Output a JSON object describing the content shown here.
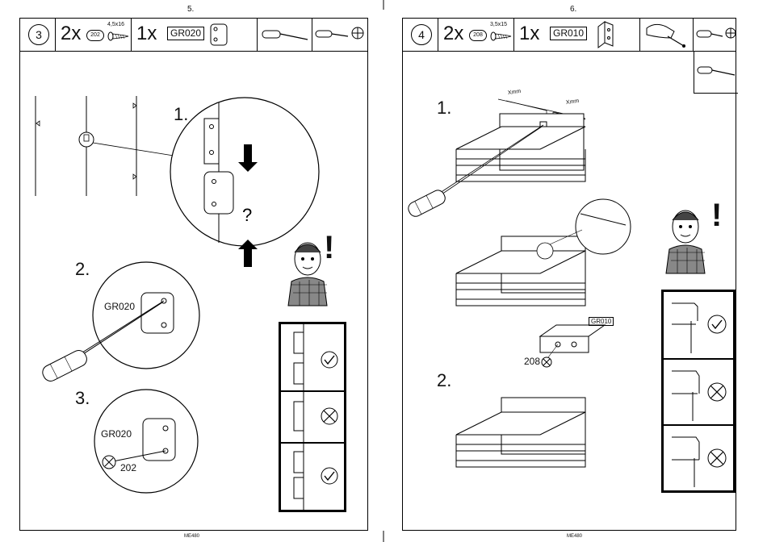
{
  "pages": [
    {
      "number": "5.",
      "footer": "ME480",
      "step_number": "3",
      "screws": {
        "qty": "2x",
        "code": "202",
        "size": "4,5x16"
      },
      "part": {
        "qty": "1x",
        "code": "GR020"
      },
      "tools": [
        "screwdriver-icon",
        "screwdriver-crosshead-icon"
      ],
      "steps": [
        "1.",
        "2.",
        "3."
      ],
      "callouts": {
        "part_a": "GR020",
        "part_b": "GR020",
        "screw_code": "202"
      },
      "question_mark": "?",
      "exclamation": "!"
    },
    {
      "number": "6.",
      "footer": "ME480",
      "step_number": "4",
      "screws": {
        "qty": "2x",
        "code": "208",
        "size": "3,5x15"
      },
      "part": {
        "qty": "1x",
        "code": "GR010"
      },
      "tools": [
        "hammer-tool-icon",
        "screwdriver-icon",
        "screwdriver-crosshead-icon",
        "screwdriver-icon"
      ],
      "steps": [
        "1.",
        "2."
      ],
      "dimensions": {
        "left": "Xmm",
        "right": "Xmm"
      },
      "callouts": {
        "part": "GR010",
        "screw_code": "208"
      },
      "exclamation": "!"
    }
  ]
}
